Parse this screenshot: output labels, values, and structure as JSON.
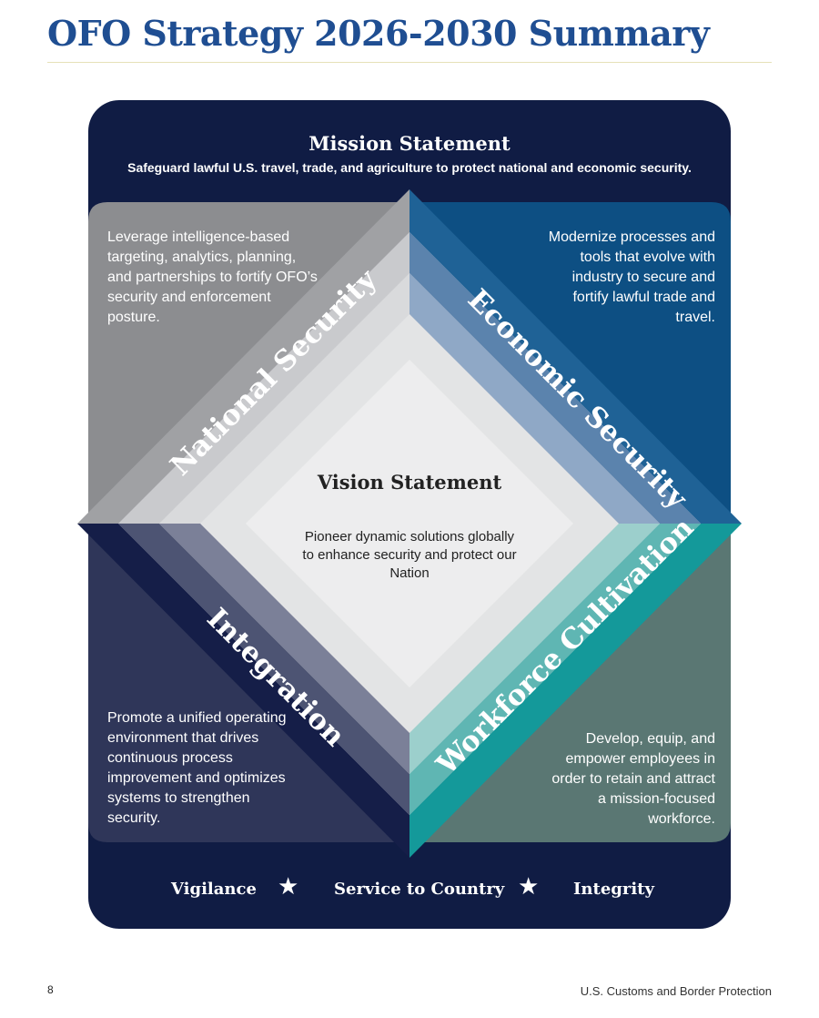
{
  "page": {
    "title": "OFO Strategy 2026-2030 Summary",
    "page_number": "8",
    "footer": "U.S. Customs and Border Protection"
  },
  "mission": {
    "heading": "Mission Statement",
    "text": "Safeguard lawful U.S. travel, trade, and agriculture to protect national and economic security."
  },
  "quadrants": {
    "national_security": {
      "label": "National Security",
      "text": "Leverage intelligence-based targeting, analytics, planning, and partnerships to fortify OFO’s security and enforcement posture.",
      "color": "#8e8f92"
    },
    "economic_security": {
      "label": "Economic Security",
      "text": "Modernize processes and tools that evolve with industry to secure and fortify lawful trade and travel.",
      "color": "#0e4f83"
    },
    "integration": {
      "label": "Integration",
      "text": "Promote a unified operating environment that drives continuous process improvement and optimizes systems to strengthen security.",
      "color": "#2f3659"
    },
    "workforce_cultivation": {
      "label": "Workforce Cultivation",
      "text": "Develop, equip, and empower employees in order to retain and attract a mission-focused workforce.",
      "color": "#157b7d"
    }
  },
  "vision": {
    "heading": "Vision Statement",
    "text": "Pioneer dynamic solutions globally to enhance security and protect our Nation"
  },
  "values": [
    "Vigilance",
    "Service to Country",
    "Integrity"
  ],
  "colors": {
    "title": "#1f4e92",
    "panel": "#101c44",
    "center": "#ededee"
  }
}
